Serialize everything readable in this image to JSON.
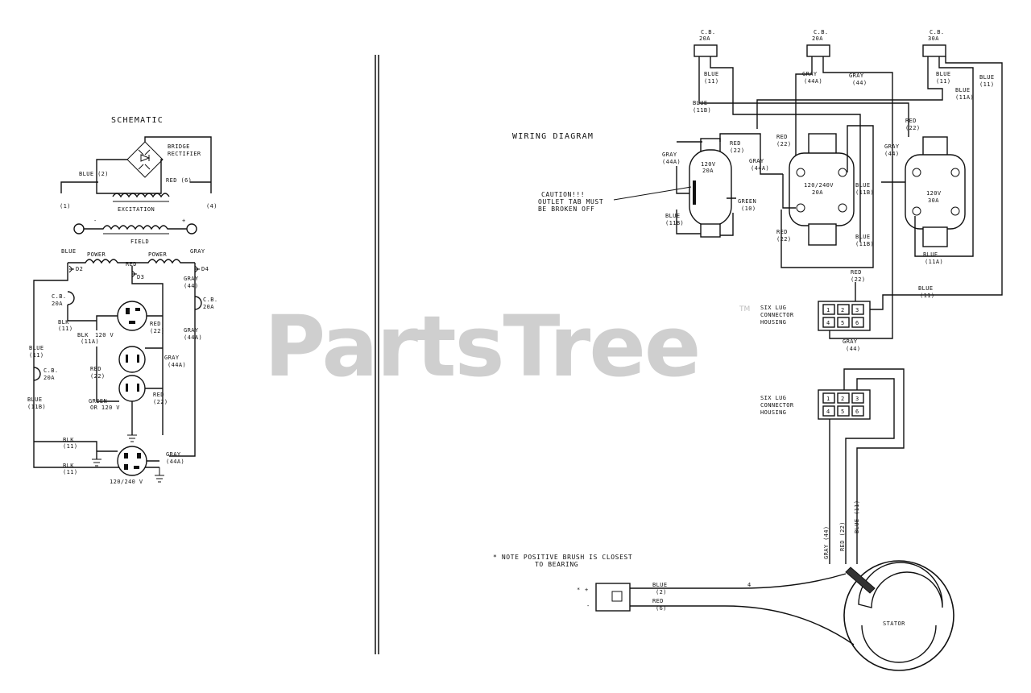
{
  "watermark": {
    "brand": "PartsTree",
    "trademark": "TM"
  },
  "schematic": {
    "title": "SCHEMATIC",
    "bridge_label_1": "BRIDGE",
    "bridge_label_2": "RECTIFIER",
    "blue_2": "BLUE (2)",
    "red_6": "RED (6)",
    "terminal_1": "(1)",
    "terminal_4": "(4)",
    "excitation": "EXCITATION",
    "field": "FIELD",
    "field_minus": "-",
    "field_plus": "+",
    "blue_top": "BLUE",
    "power_1": "POWER",
    "power_2": "POWER",
    "red_top": "RED",
    "gray_top": "GRAY",
    "d2": "D2",
    "d3": "D3",
    "d4": "D4",
    "gray_44": "GRAY",
    "gray_44_num": "(44)",
    "cb_left": "C.B.",
    "cb_left_amp": "20A",
    "cb_right": "C.B.",
    "cb_right_amp": "20A",
    "cb_mid": "C.B.",
    "cb_mid_amp": "20A",
    "blk_1": "BLK",
    "blk_1_num": "(11)",
    "blk_2": "BLK",
    "blk_2_num": "(11A)",
    "v120_top": "120 V",
    "red_22": "RED",
    "red_22_num": "(22)",
    "gray_44a_1": "GRAY",
    "gray_44a_1_num": "(44A)",
    "gray_44a_2": "GRAY",
    "gray_44a_2_num": "(44A)",
    "blue_11": "BLUE",
    "blue_11_num": "(11)",
    "red_22b": "RED",
    "red_22b_num": "(22)",
    "green": "GREEN",
    "v120_mid": "OR 120 V",
    "blue_11b": "BLUE",
    "blue_11b_num": "(11B)",
    "red_22c": "RED",
    "red_22c_num": "(22)",
    "blk_3": "BLK",
    "blk_3_num": "(11)",
    "blk_4": "BLK",
    "blk_4_num": "(11)",
    "gray_44a_3": "GRAY",
    "gray_44a_3_num": "(44A)",
    "v240": "120/240 V"
  },
  "wiring": {
    "title": "WIRING DIAGRAM",
    "cb1": "C.B.",
    "cb1_amp": "20A",
    "cb2": "C.B.",
    "cb2_amp": "20A",
    "cb3": "C.B.",
    "cb3_amp": "30A",
    "blue_11_a": "BLUE",
    "blue_11_a_num": "(11)",
    "gray_44a_a": "GRAY",
    "gray_44a_a_num": "(44A)",
    "gray_44_a": "GRAY",
    "gray_44_a_num": "(44)",
    "blue_11_b": "BLUE",
    "blue_11_b_num": "(11)",
    "blue_11_c": "BLUE",
    "blue_11_c_num": "(11)",
    "blue_11a_a": "BLUE",
    "blue_11a_a_num": "(11A)",
    "blue_11b_a": "BLUE",
    "blue_11b_a_num": "(11B)",
    "red_22_a": "RED",
    "red_22_a_num": "(22)",
    "red_22_b": "RED",
    "red_22_b_num": "(22)",
    "red_22_c": "RED",
    "red_22_c_num": "(22)",
    "gray_44a_b": "GRAY",
    "gray_44a_b_num": "(44A)",
    "gray_44a_c": "GRAY",
    "gray_44a_c_num": "(44A)",
    "gray_44_b": "GRAY",
    "gray_44_b_num": "(44)",
    "caution_1": "CAUTION!!!",
    "caution_2": "OUTLET TAB MUST",
    "caution_3": "BE BROKEN OFF",
    "outlet1_v": "120V",
    "outlet1_a": "20A",
    "green_10": "GREEN",
    "green_10_num": "(10)",
    "blue_11b_b": "BLUE",
    "blue_11b_b_num": "(11B)",
    "outlet2_v": "120/240V",
    "outlet2_a": "20A",
    "blue_11b_c": "BLUE",
    "blue_11b_c_num": "(11B)",
    "red_22_d": "RED",
    "red_22_d_num": "(22)",
    "blue_11b_d": "BLUE",
    "blue_11b_d_num": "(11B)",
    "outlet3_v": "120V",
    "outlet3_a": "30A",
    "blue_11a_b": "BLUE",
    "blue_11a_b_num": "(11A)",
    "red_22_e": "RED",
    "red_22_e_num": "(22)",
    "blue_11_d": "BLUE",
    "blue_11_d_num": "(11)",
    "six_lug_1": "SIX LUG",
    "six_lug_2": "CONNECTOR",
    "six_lug_3": "HOUSING",
    "gray_44_c": "GRAY",
    "gray_44_c_num": "(44)",
    "six_lug_b1": "SIX LUG",
    "six_lug_b2": "CONNECTOR",
    "six_lug_b3": "HOUSING",
    "lug_1": "1",
    "lug_2": "2",
    "lug_3": "3",
    "lug_4": "4",
    "lug_5": "5",
    "lug_6": "6",
    "lug_b1": "1",
    "lug_b2": "2",
    "lug_b3": "3",
    "lug_b4": "4",
    "lug_b5": "5",
    "lug_b6": "6",
    "gray_44_d": "GRAY (44)",
    "red_22_f": "RED (22)",
    "blue_11_e": "BLUE (11)",
    "note_1": "* NOTE POSITIVE BRUSH IS CLOSEST",
    "note_2": "TO BEARING",
    "brush_star": "*",
    "brush_plus": "+",
    "brush_minus": "-",
    "blue_2": "BLUE",
    "blue_2_num": "(2)",
    "red_6": "RED",
    "red_6_num": "(6)",
    "wire_mark": "4",
    "stator": "STATOR"
  }
}
